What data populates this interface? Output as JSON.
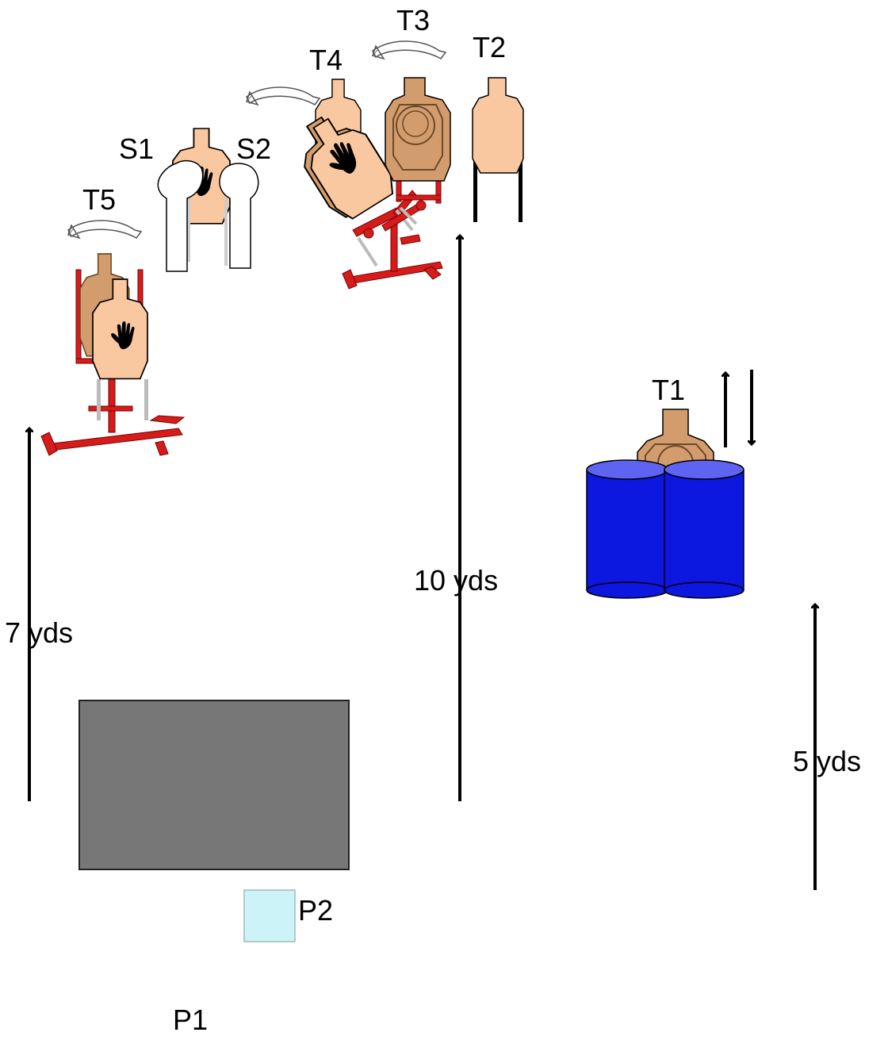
{
  "colors": {
    "target_light": "#FAC8A0",
    "target_dark": "#D39C6C",
    "stand_red": "#D61B1B",
    "barrel_blue": "#0C17E0",
    "barrel_top": "#5F63F2",
    "wall_gray": "#777777",
    "box_cyan": "#CCF3F7",
    "arrow": "#000000"
  },
  "icons": {
    "no_shoot": "hand-icon",
    "swinger": "curved-swing-arrow-icon",
    "mover": "up-down-arrows-icon"
  },
  "labels": {
    "t1": "T1",
    "t2": "T2",
    "t3": "T3",
    "t4": "T4",
    "t5": "T5",
    "s1": "S1",
    "s2": "S2",
    "p1": "P1",
    "p2": "P2",
    "dist_7": "7 yds",
    "dist_10": "10 yds",
    "dist_5": "5 yds"
  }
}
